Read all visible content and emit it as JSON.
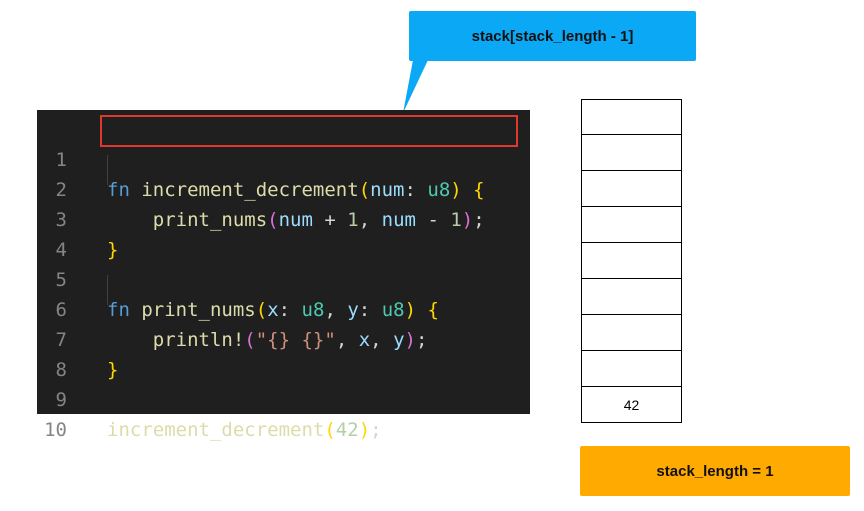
{
  "callout": {
    "label": "stack[stack_length - 1]",
    "color": "#0ba9f5"
  },
  "editor": {
    "background": "#1f1f1f",
    "lines": [
      {
        "number": "1"
      },
      {
        "number": "2"
      },
      {
        "number": "3"
      },
      {
        "number": "4"
      },
      {
        "number": "5"
      },
      {
        "number": "6"
      },
      {
        "number": "7"
      },
      {
        "number": "8"
      },
      {
        "number": "9"
      },
      {
        "number": "10"
      }
    ],
    "tokens": {
      "l1": [
        "fn",
        "increment_decrement",
        "(",
        "num",
        ":",
        "u8",
        ")",
        "{"
      ],
      "l2": [
        "print_nums",
        "(",
        "num",
        "+",
        "1",
        ",",
        "num",
        "-",
        "1",
        ")",
        ";"
      ],
      "l3": [
        "}"
      ],
      "l5": [
        "fn",
        "print_nums",
        "(",
        "x",
        ":",
        "u8",
        ",",
        "y",
        ":",
        "u8",
        ")",
        "{"
      ],
      "l6": [
        "println!",
        "(",
        "\"{} {}\"",
        ",",
        "x",
        ",",
        "y",
        ")",
        ";"
      ],
      "l7": [
        "}"
      ],
      "l9": [
        "increment_decrement",
        "(",
        "42",
        ")",
        ";"
      ]
    }
  },
  "stack": {
    "cells": [
      "",
      "",
      "",
      "",
      "",
      "",
      "",
      "",
      "42"
    ]
  },
  "stack_length": {
    "label": "stack_length = 1",
    "color": "#ffaa00"
  }
}
